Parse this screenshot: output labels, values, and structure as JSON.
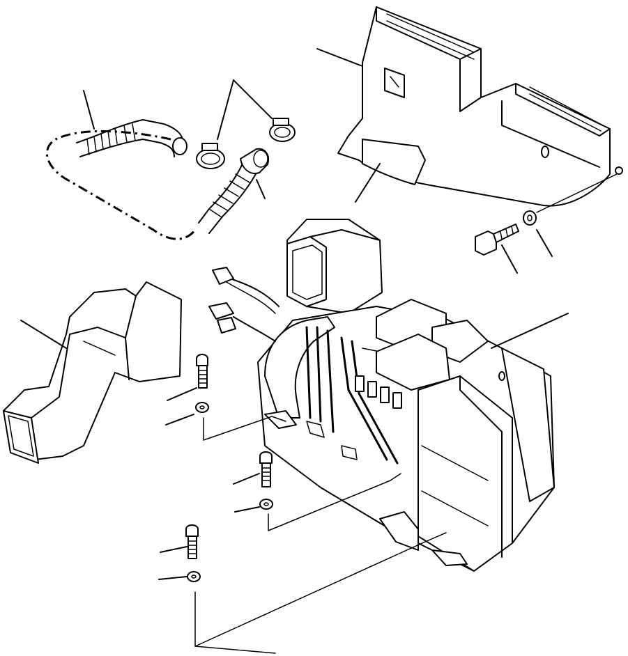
{
  "diagram": {
    "type": "exploded-parts-drawing",
    "background": "#ffffff",
    "line_color": "#000000",
    "parts": [
      "drain-hose",
      "hose-clamps",
      "upper-duct",
      "mounting-bolt",
      "washer",
      "heater-unit",
      "wire-harness",
      "side-duct"
    ],
    "labels": []
  }
}
